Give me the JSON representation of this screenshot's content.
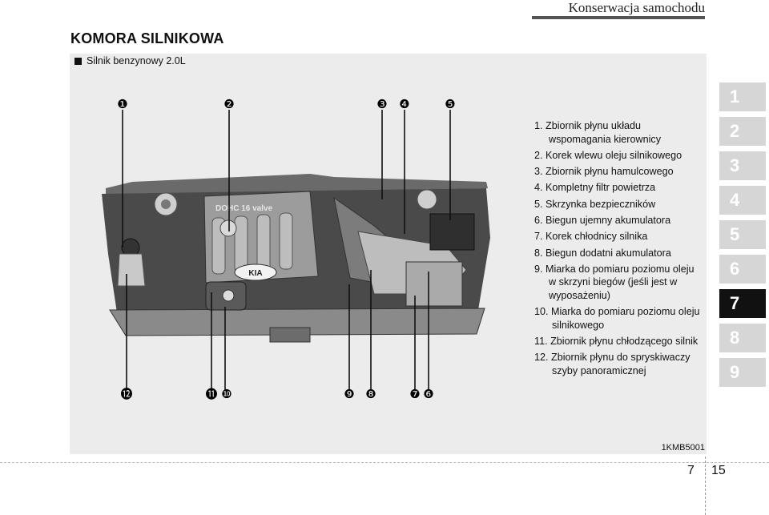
{
  "header": {
    "section_title": "Konserwacja samochodu"
  },
  "page": {
    "title": "KOMORA SILNIKOWA",
    "subtitle": "Silnik benzynowy 2.0L"
  },
  "figure": {
    "image_code": "1KMB5001",
    "engine_badge": "DOHC 16 valve",
    "brand_logo": "KIA",
    "top_markers": [
      "❶",
      "❷",
      "❸",
      "❹",
      "❺"
    ],
    "bottom_markers": [
      "⓬",
      "⓫",
      "❿",
      "❾",
      "❽",
      "❼",
      "❻"
    ]
  },
  "legend": [
    "1. Zbiornik płynu układu wspomagania kierownicy",
    "2. Korek wlewu oleju silnikowego",
    "3. Zbiornik płynu hamulcowego",
    "4. Kompletny filtr powietrza",
    "5. Skrzynka bezpieczników",
    "6. Biegun ujemny akumulatora",
    "7. Korek chłodnicy silnika",
    "8. Biegun dodatni akumulatora",
    "9. Miarka do pomiaru poziomu oleju w skrzyni biegów (jeśli jest w wyposażeniu)",
    "10. Miarka do pomiaru poziomu oleju silnikowego",
    "11. Zbiornik płynu chłodzącego silnik",
    "12. Zbiornik płynu do spryskiwaczy szyby panoramicznej"
  ],
  "tabs": [
    "1",
    "2",
    "3",
    "4",
    "5",
    "6",
    "7",
    "8",
    "9"
  ],
  "active_tab": "7",
  "footer": {
    "chapter": "7",
    "page": "15"
  },
  "colors": {
    "tab_inactive": "#d6d6d6",
    "tab_active": "#111111",
    "figure_bg": "#ececec"
  }
}
